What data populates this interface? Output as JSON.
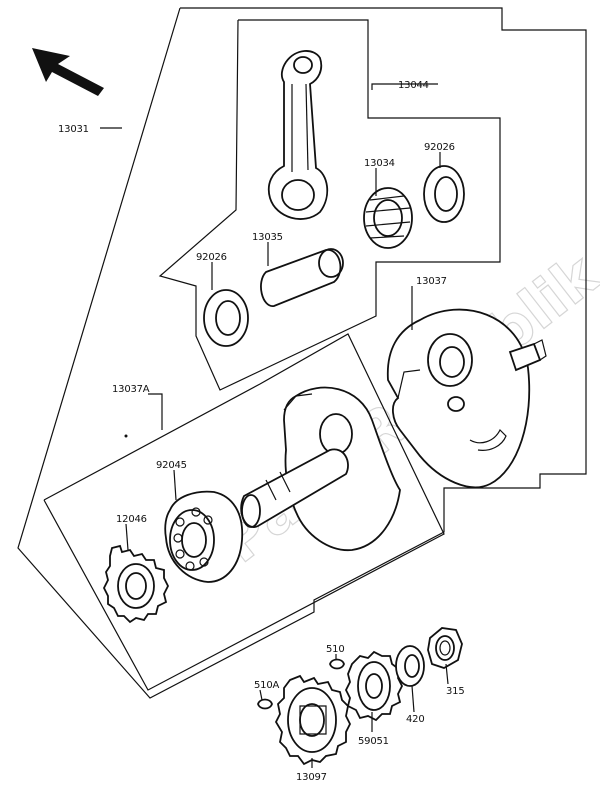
{
  "watermark": "PartsRepublik",
  "labels": {
    "l13031": "13031",
    "l13044": "13044",
    "l13034": "13034",
    "l92026a": "92026",
    "l13035": "13035",
    "l92026b": "92026",
    "l13037": "13037",
    "l13037A": "13037A",
    "l92045": "92045",
    "l12046": "12046",
    "l510": "510",
    "l510A": "510A",
    "l315": "315",
    "l420": "420",
    "l59051": "59051",
    "l13097": "13097"
  },
  "icons": {
    "direction": "arrow-up-left-icon"
  }
}
